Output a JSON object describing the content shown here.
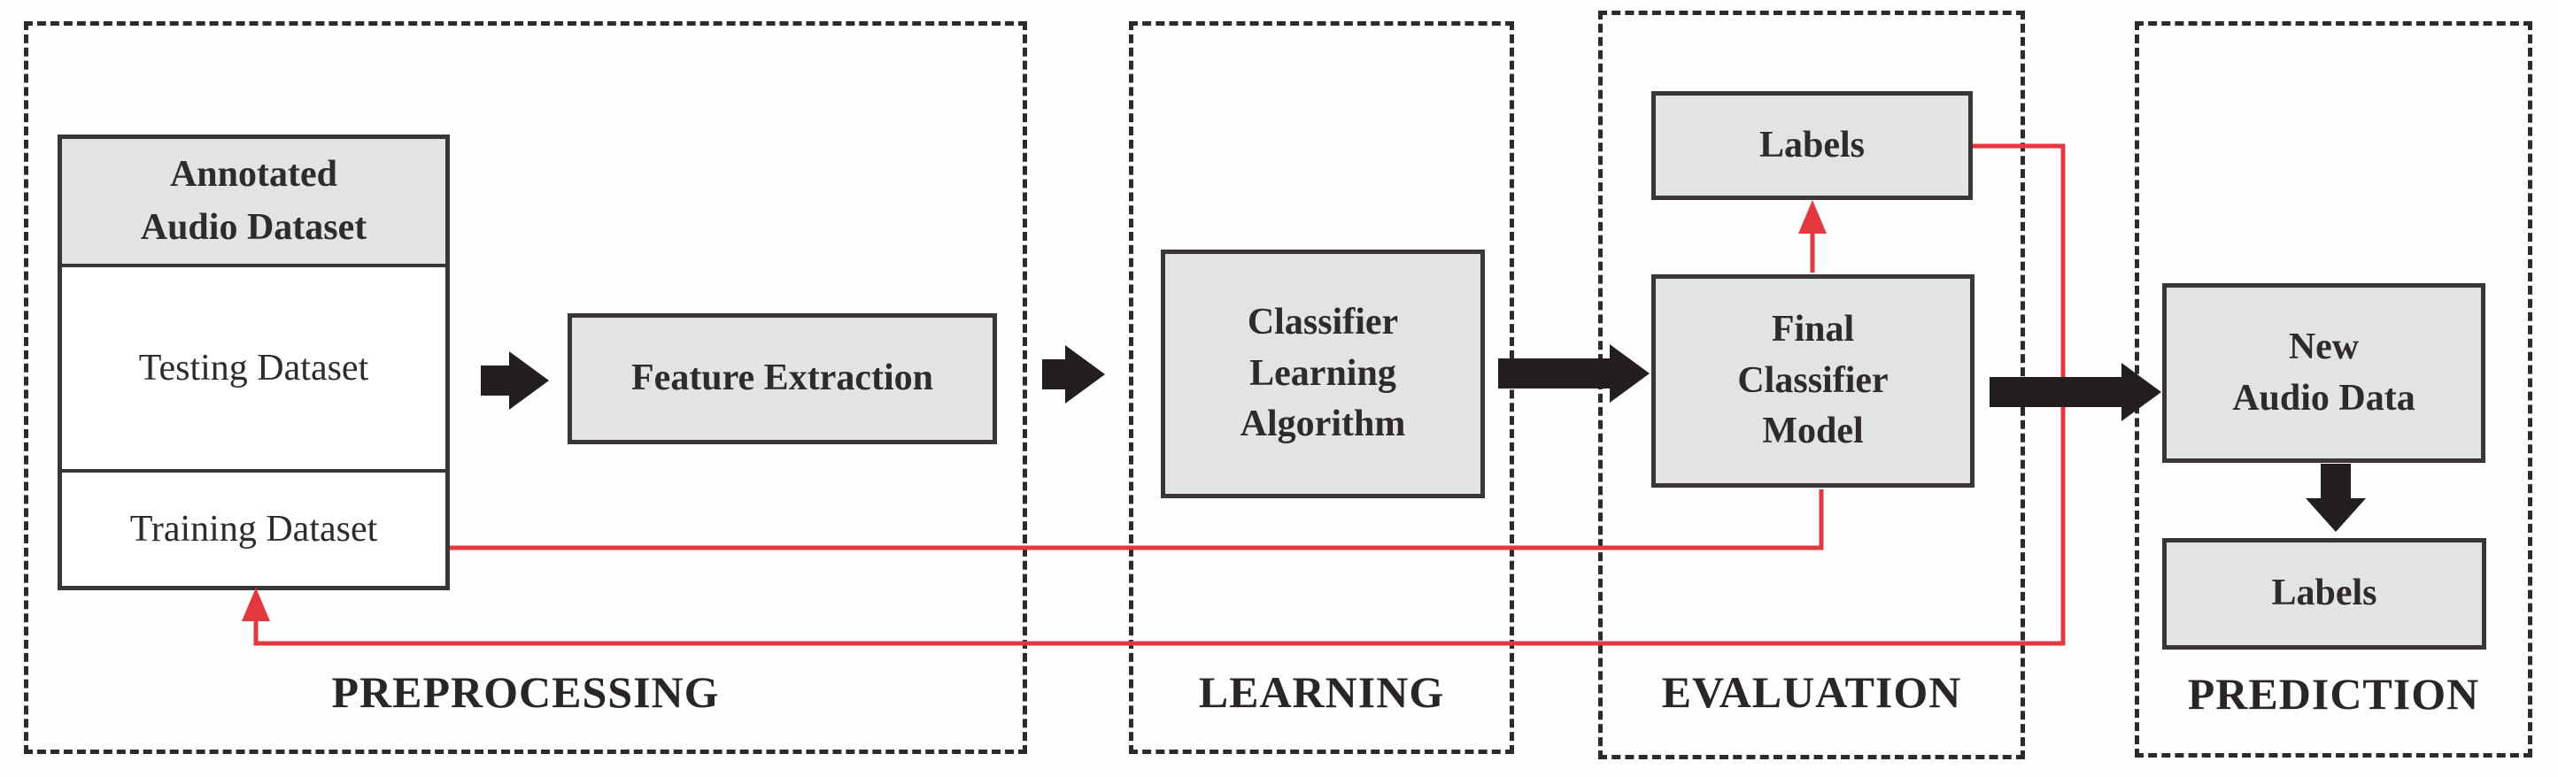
{
  "stages": [
    {
      "id": "preprocessing",
      "label": "PREPROCESSING"
    },
    {
      "id": "learning",
      "label": "LEARNING"
    },
    {
      "id": "evaluation",
      "label": "EVALUATION"
    },
    {
      "id": "prediction",
      "label": "PREDICTION"
    }
  ],
  "nodes": {
    "annotated_header": "Annotated\nAudio Dataset",
    "testing_dataset": "Testing Dataset",
    "training_dataset": "Training Dataset",
    "feature_extraction": "Feature Extraction",
    "classifier_learning_algorithm": "Classifier\nLearning\nAlgorithm",
    "labels_evaluation": "Labels",
    "final_classifier_model": "Final\nClassifier\nModel",
    "new_audio_data": "New\nAudio Data",
    "labels_prediction": "Labels"
  },
  "connections": {
    "black_flow": [
      "testing-dataset to feature-extraction",
      "feature-extraction to classifier-learning-algorithm",
      "classifier-learning-algorithm to final-classifier-model",
      "final-classifier-model to new-audio-data",
      "new-audio-data to labels-prediction"
    ],
    "red_feedback": [
      "training-dataset to final-classifier-model",
      "final-classifier-model to labels-evaluation",
      "labels-evaluation back to training-dataset"
    ]
  },
  "colors": {
    "flow_black": "#231f20",
    "feedback_red": "#e2383f",
    "node_fill": "#e2e3e3",
    "node_border": "#3a3637",
    "stage_border": "#2b2b2b",
    "background": "#fefefe"
  }
}
